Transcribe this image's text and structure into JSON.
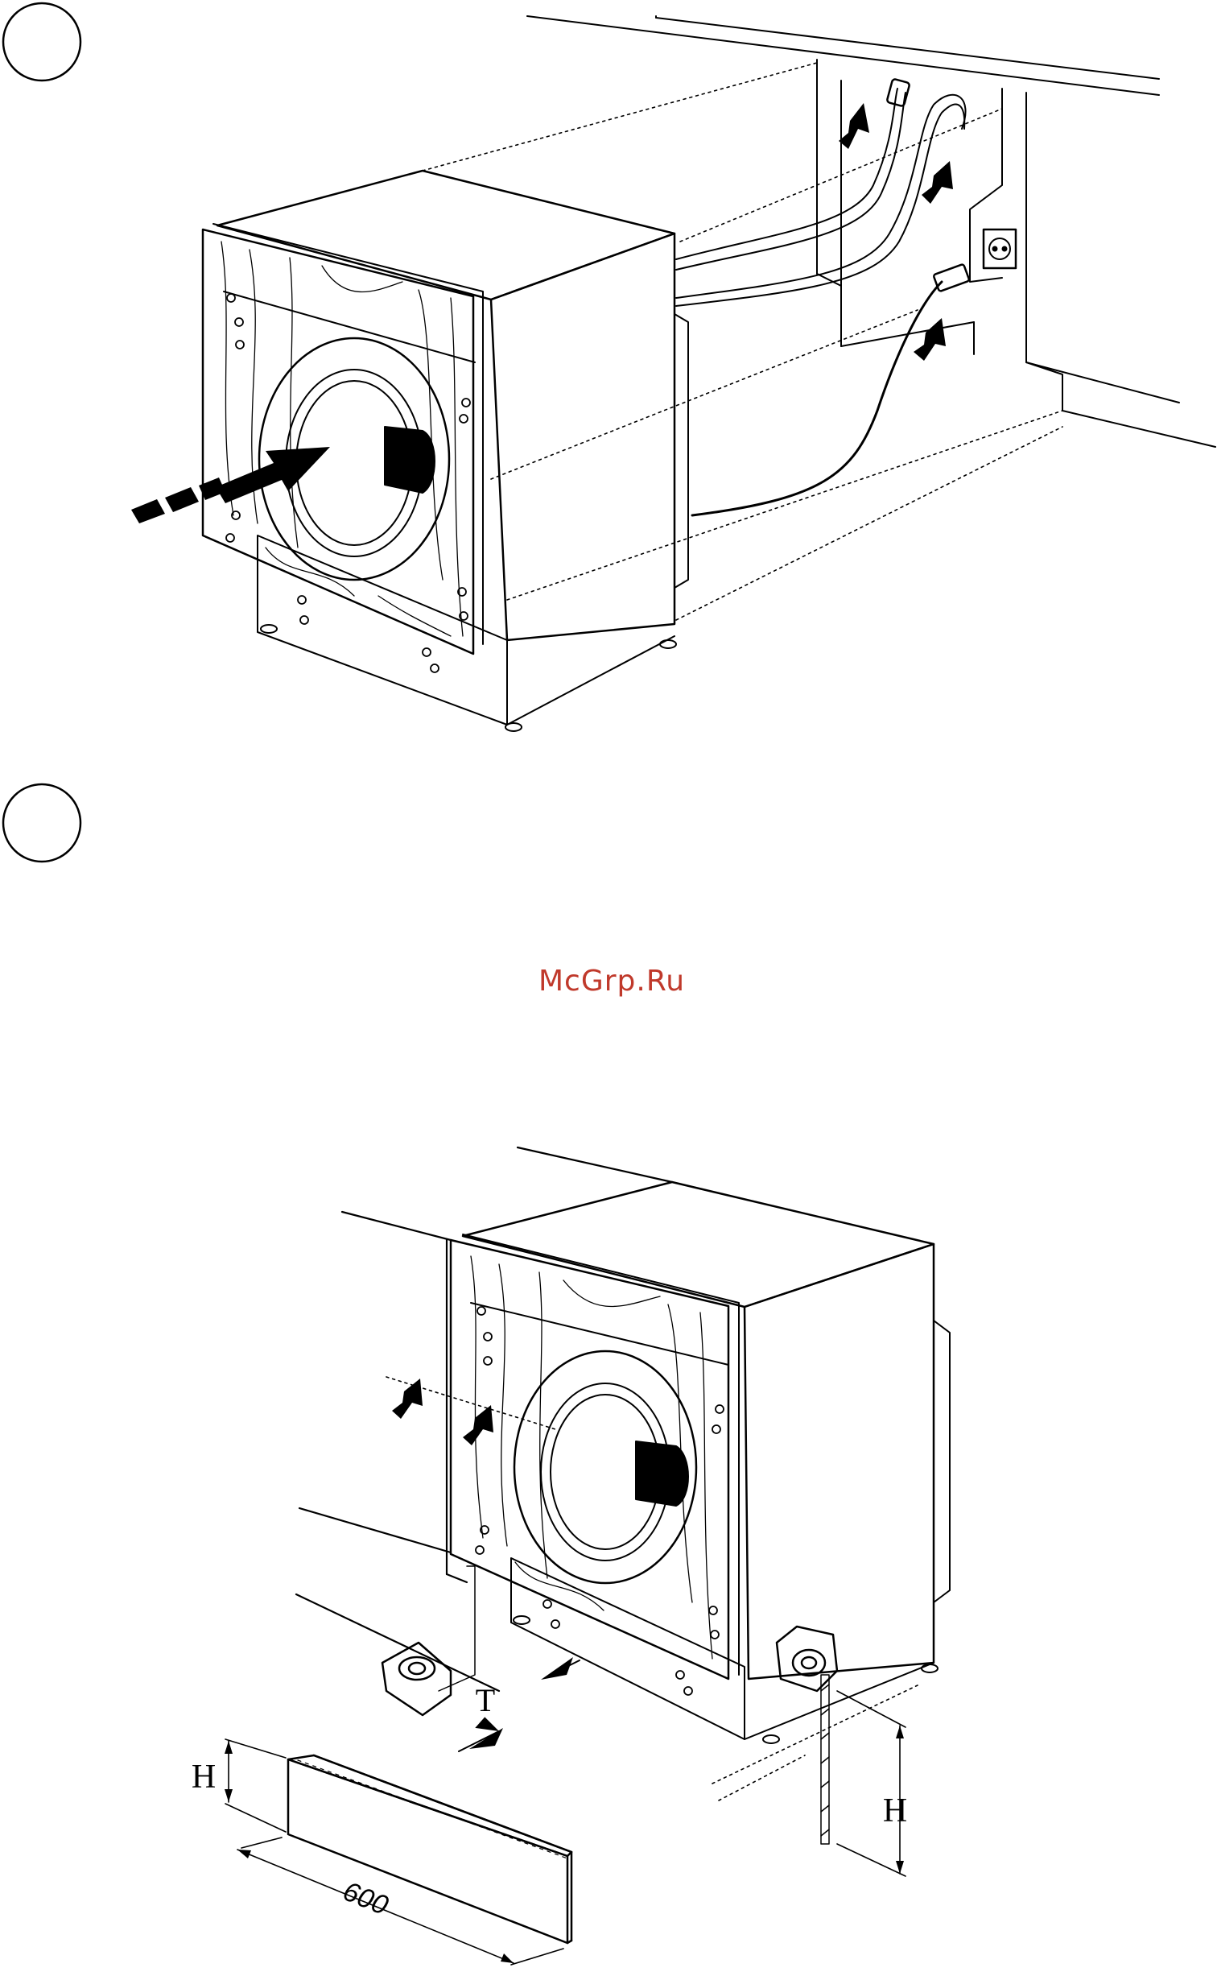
{
  "watermark": "McGrp.Ru",
  "step_markers": [
    {
      "name": "step-1-marker",
      "label": ""
    },
    {
      "name": "step-2-marker",
      "label": ""
    }
  ],
  "dimensions": {
    "height_left": "H",
    "height_right": "H",
    "gap": "T",
    "width": "600"
  },
  "icons": [
    "push-arrow-icon",
    "hose-arrow-icon",
    "socket-arrow-icon",
    "plug-icon",
    "wall-socket-icon",
    "adjustable-foot-icon"
  ],
  "colors": {
    "ink": "#000000",
    "watermark": "#c0392b",
    "background": "#ffffff"
  }
}
